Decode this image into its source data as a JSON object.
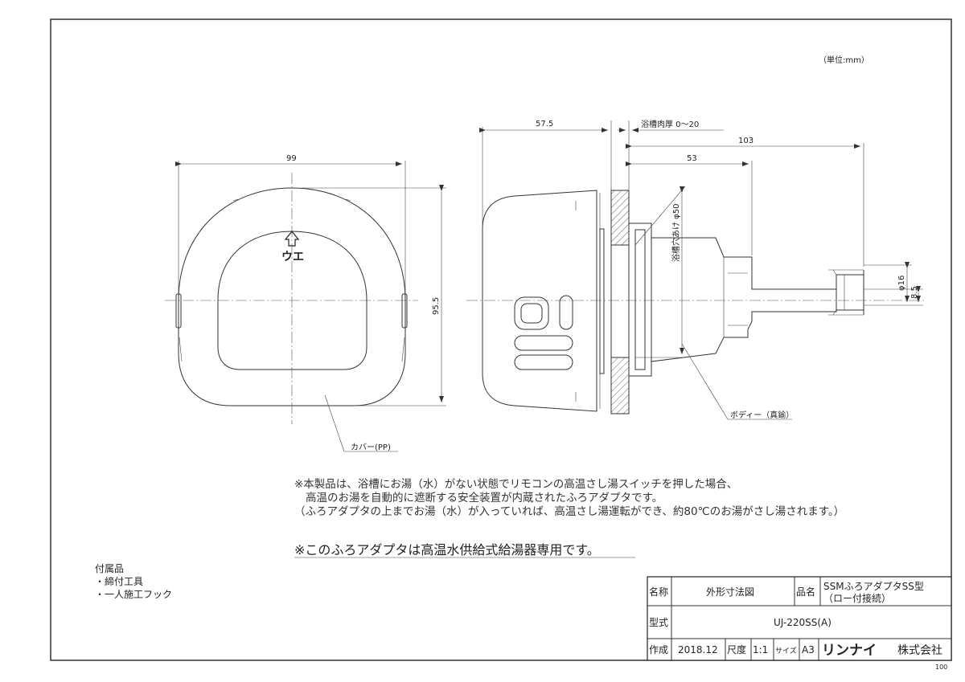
{
  "unit_note": "（単位:mm）",
  "dimensions": {
    "width_99": "99",
    "height_95_5": "95.5",
    "depth_57_5": "57.5",
    "tub_wall": "浴槽肉厚 0〜20",
    "length_103": "103",
    "length_53": "53",
    "hole_d50": "浴槽穴あけ φ50",
    "pipe_d16": "φ16",
    "pipe_8_5": "8.5"
  },
  "front_view": {
    "up_label": "ウエ",
    "cover_label": "カバー(PP)"
  },
  "side_view": {
    "body_label": "ボディー（真鍮）"
  },
  "notes": {
    "line1": "※本製品は、浴槽にお湯（水）がない状態でリモコンの高温さし湯スイッチを押した場合、",
    "line2": "高温のお湯を自動的に遮断する安全装置が内蔵されたふろアダプタです。",
    "line3": "（ふろアダプタの上までお湯（水）が入っていれば、高温さし湯運転ができ、約80℃のお湯がさし湯されます。）",
    "emphasis": "※このふろアダプタは高温水供給式給湯器専用です。"
  },
  "accessories": {
    "title": "付属品",
    "items": [
      "・締付工具",
      "・一人施工フック"
    ]
  },
  "title_block": {
    "name_label": "名称",
    "name_value": "外形寸法図",
    "product_label": "品名",
    "product_value_line1": "SSMふろアダプタSS型",
    "product_value_line2": "（ロー付接続）",
    "model_label": "型式",
    "model_value": "UJ-220SS(A)",
    "made_label": "作成",
    "made_value": "2018.12",
    "scale_label": "尺度",
    "scale_value": "1:1",
    "size_label": "サイズ",
    "size_value": "A3",
    "brand": "リンナイ",
    "company_suffix": "株式会社"
  },
  "sheet_number": "100"
}
